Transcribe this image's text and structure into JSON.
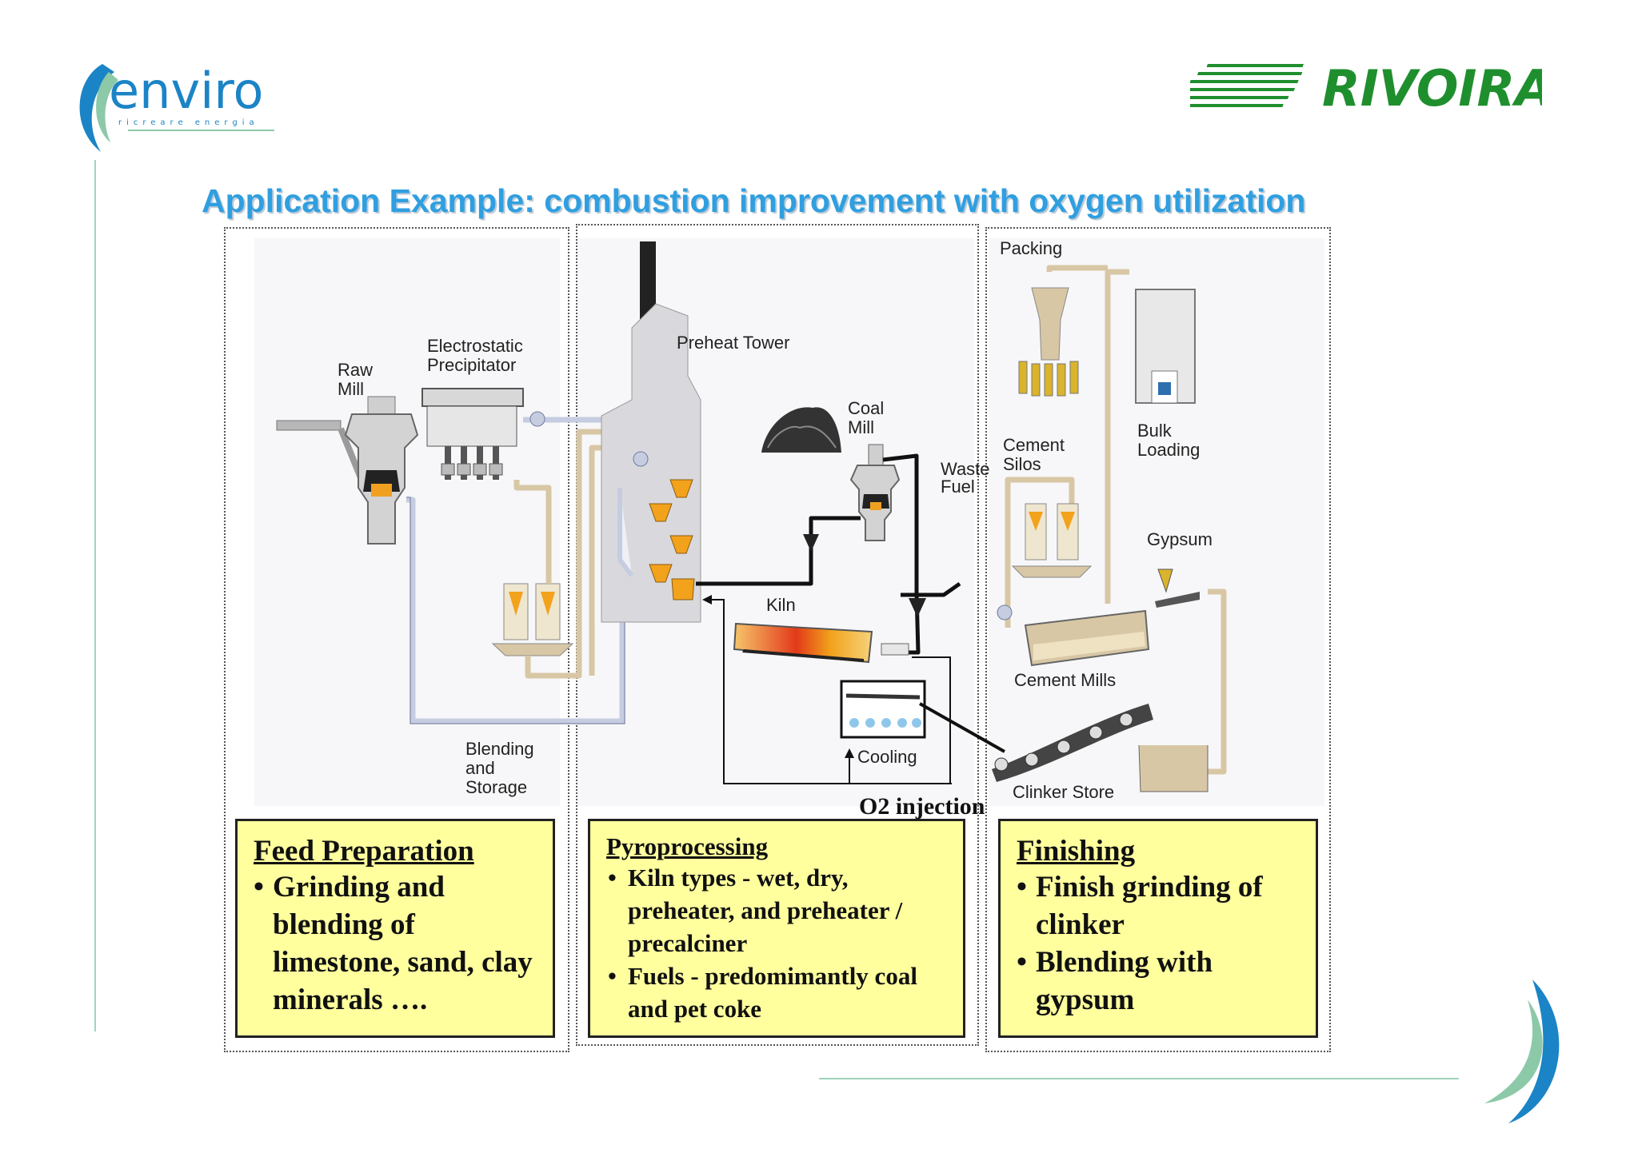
{
  "logos": {
    "enviro": {
      "name": "enviro",
      "tagline": "ricreare energia"
    },
    "rivoira": {
      "name": "RIVOIRA"
    }
  },
  "slide": {
    "title": "Application Example: combustion improvement with oxygen utilization"
  },
  "diagram": {
    "labels": {
      "raw_mill": [
        "Raw",
        "Mill"
      ],
      "electrostatic_precipitator": [
        "Electrostatic",
        "Precipitator"
      ],
      "preheat_tower": "Preheat Tower",
      "coal_mill": [
        "Coal",
        "Mill"
      ],
      "waste_fuel": [
        "Waste",
        "Fuel"
      ],
      "kiln": "Kiln",
      "cooling": "Cooling",
      "blending_storage": [
        "Blending",
        "and",
        "Storage"
      ],
      "packing": "Packing",
      "bulk_loading": [
        "Bulk",
        "Loading"
      ],
      "cement_silos": [
        "Cement",
        "Silos"
      ],
      "gypsum": "Gypsum",
      "cement_mills": "Cement Mills",
      "clinker_store": "Clinker Store",
      "o2_injection": "O2 injection"
    }
  },
  "boxes": {
    "feed": {
      "heading": "Feed Preparation",
      "items": [
        "Grinding and blending of limestone, sand, clay minerals …."
      ]
    },
    "pyro": {
      "heading": "Pyroprocessing",
      "items": [
        "Kiln types - wet, dry, preheater, and preheater / precalciner",
        "Fuels - predomimantly coal and pet coke"
      ]
    },
    "finishing": {
      "heading": "Finishing",
      "items": [
        "Finish grinding of clinker",
        "Blending with gypsum"
      ]
    }
  },
  "colors": {
    "title": "#2f9fe0",
    "box_fill": "#ffff9e",
    "pipe_tan": "#d8c7a5",
    "pipe_blue": "#c6cde0",
    "kiln_hot": "#e23a1a",
    "hopper": "#f2a21b",
    "rivoira_green": "#1f8f2e",
    "enviro_blue": "#1b84c6"
  }
}
